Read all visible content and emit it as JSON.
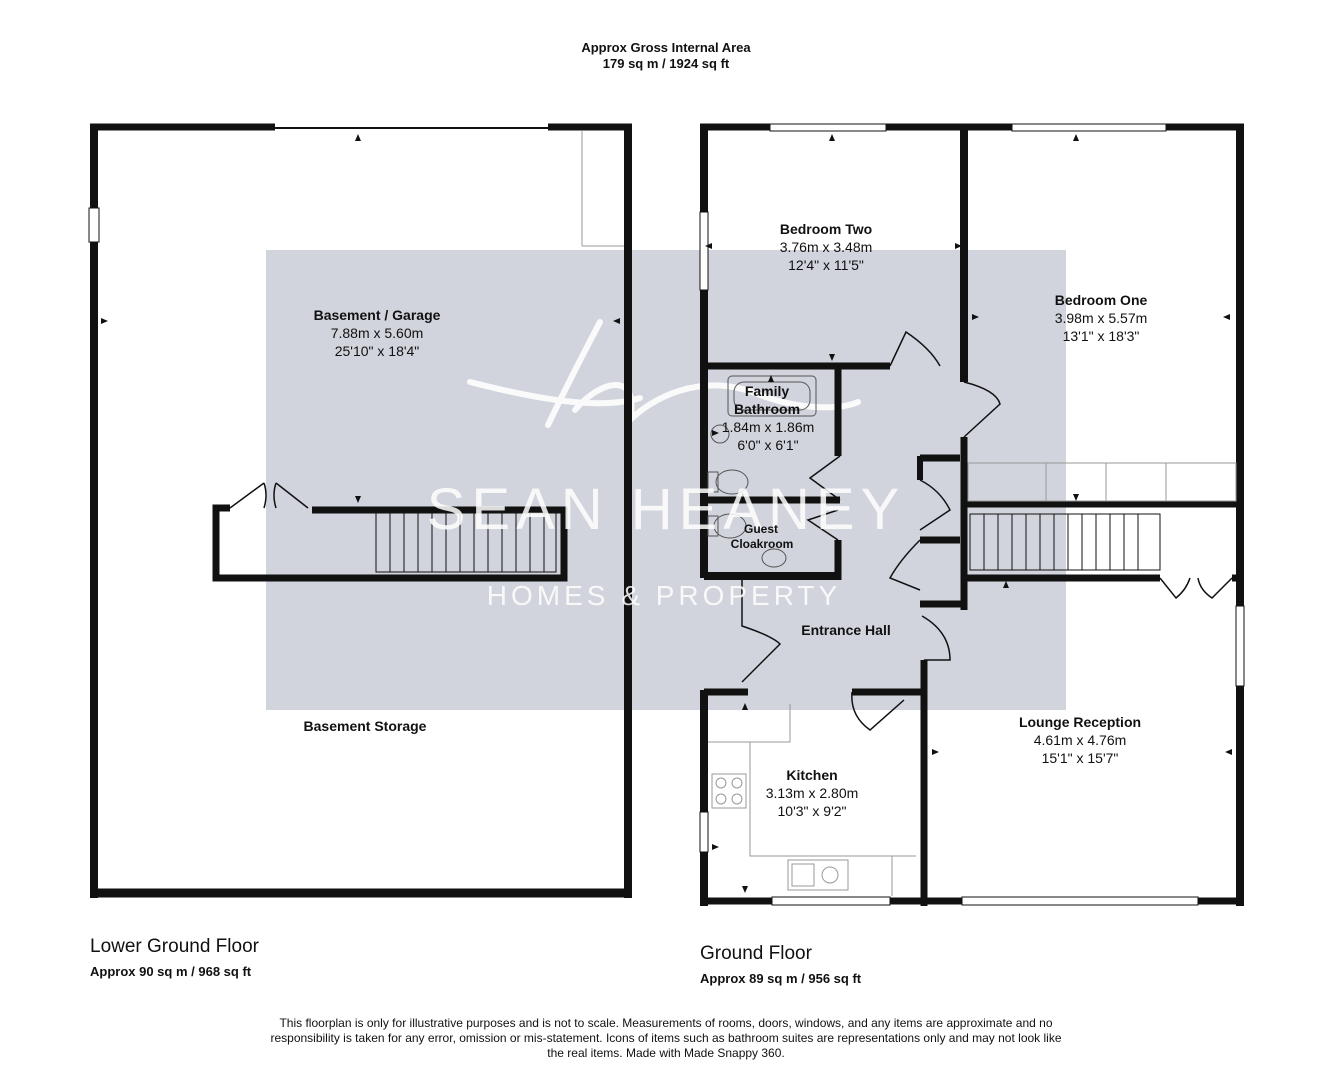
{
  "header": {
    "title": "Approx Gross Internal Area",
    "area": "179 sq m / 1924 sq ft"
  },
  "watermark": {
    "name": "SEAN HEANEY",
    "tagline": "HOMES & PROPERTY",
    "color": "#c9ccd6"
  },
  "lower_floor": {
    "title": "Lower Ground Floor",
    "area": "Approx 90 sq m / 968 sq ft",
    "rooms": {
      "garage": {
        "name": "Basement / Garage",
        "metric": "7.88m x 5.60m",
        "imperial": "25'10\" x 18'4\""
      },
      "storage": {
        "name": "Basement Storage"
      }
    }
  },
  "ground_floor": {
    "title": "Ground Floor",
    "area": "Approx 89 sq m / 956 sq ft",
    "rooms": {
      "bedroom_two": {
        "name": "Bedroom Two",
        "metric": "3.76m x 3.48m",
        "imperial": "12'4\" x 11'5\""
      },
      "bedroom_one": {
        "name": "Bedroom One",
        "metric": "3.98m x 5.57m",
        "imperial": "13'1\" x 18'3\""
      },
      "bathroom": {
        "name_line1": "Family",
        "name_line2": "Bathroom",
        "metric": "1.84m x 1.86m",
        "imperial": "6'0\" x 6'1\""
      },
      "cloakroom": {
        "name_line1": "Guest",
        "name_line2": "Cloakroom"
      },
      "hall": {
        "name": "Entrance Hall"
      },
      "kitchen": {
        "name": "Kitchen",
        "metric": "3.13m x 2.80m",
        "imperial": "10'3\" x 9'2\""
      },
      "lounge": {
        "name": "Lounge Reception",
        "metric": "4.61m x 4.76m",
        "imperial": "15'1\" x 15'7\""
      }
    }
  },
  "footer": {
    "disclaimer": "This floorplan is only for illustrative purposes and is not to scale. Measurements of rooms, doors, windows, and any items are approximate and no responsibility is taken for any error, omission or mis-statement. Icons of items such as bathroom suites are representations only and may not look like the real items. Made with Made Snappy 360."
  }
}
